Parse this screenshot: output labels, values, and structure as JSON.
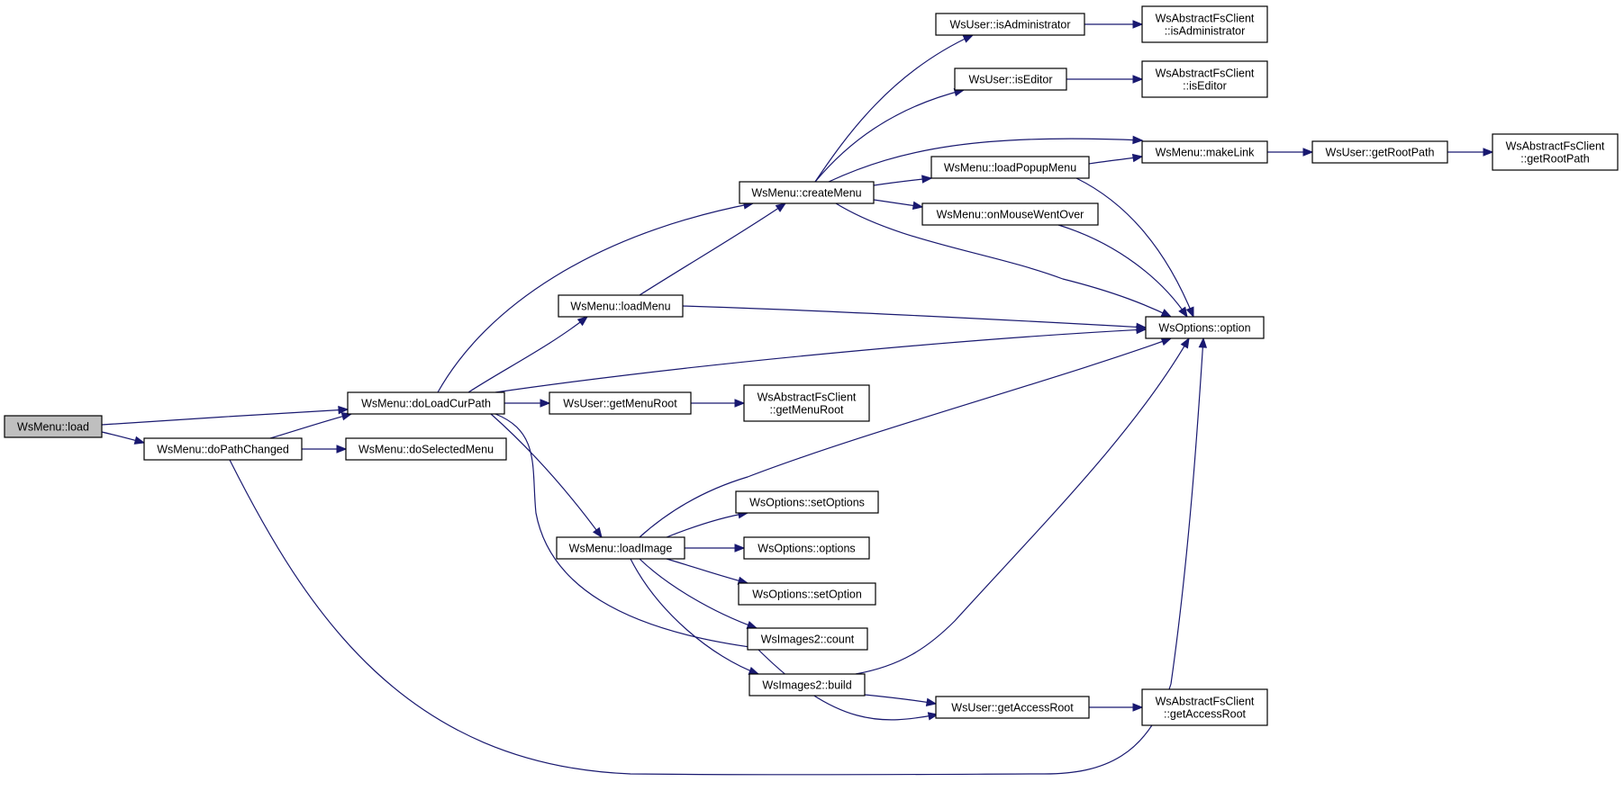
{
  "diagram": {
    "nodes": [
      {
        "id": "load",
        "lines": [
          "WsMenu::load"
        ],
        "root": true
      },
      {
        "id": "doLoadCurPath",
        "lines": [
          "WsMenu::doLoadCurPath"
        ]
      },
      {
        "id": "doPathChanged",
        "lines": [
          "WsMenu::doPathChanged"
        ]
      },
      {
        "id": "doSelectedMenu",
        "lines": [
          "WsMenu::doSelectedMenu"
        ]
      },
      {
        "id": "createMenu",
        "lines": [
          "WsMenu::createMenu"
        ]
      },
      {
        "id": "loadMenu",
        "lines": [
          "WsMenu::loadMenu"
        ]
      },
      {
        "id": "getMenuRoot",
        "lines": [
          "WsUser::getMenuRoot"
        ]
      },
      {
        "id": "fsGetMenuRoot",
        "lines": [
          "WsAbstractFsClient",
          "::getMenuRoot"
        ]
      },
      {
        "id": "loadImage",
        "lines": [
          "WsMenu::loadImage"
        ]
      },
      {
        "id": "isAdministrator",
        "lines": [
          "WsUser::isAdministrator"
        ]
      },
      {
        "id": "fsIsAdministrator",
        "lines": [
          "WsAbstractFsClient",
          "::isAdministrator"
        ]
      },
      {
        "id": "isEditor",
        "lines": [
          "WsUser::isEditor"
        ]
      },
      {
        "id": "fsIsEditor",
        "lines": [
          "WsAbstractFsClient",
          "::isEditor"
        ]
      },
      {
        "id": "makeLink",
        "lines": [
          "WsMenu::makeLink"
        ]
      },
      {
        "id": "getRootPath",
        "lines": [
          "WsUser::getRootPath"
        ]
      },
      {
        "id": "fsGetRootPath",
        "lines": [
          "WsAbstractFsClient",
          "::getRootPath"
        ]
      },
      {
        "id": "loadPopupMenu",
        "lines": [
          "WsMenu::loadPopupMenu"
        ]
      },
      {
        "id": "onMouseWentOver",
        "lines": [
          "WsMenu::onMouseWentOver"
        ]
      },
      {
        "id": "option",
        "lines": [
          "WsOptions::option"
        ]
      },
      {
        "id": "setOptions",
        "lines": [
          "WsOptions::setOptions"
        ]
      },
      {
        "id": "options",
        "lines": [
          "WsOptions::options"
        ]
      },
      {
        "id": "setOption",
        "lines": [
          "WsOptions::setOption"
        ]
      },
      {
        "id": "count",
        "lines": [
          "WsImages2::count"
        ]
      },
      {
        "id": "build",
        "lines": [
          "WsImages2::build"
        ]
      },
      {
        "id": "getAccessRoot",
        "lines": [
          "WsUser::getAccessRoot"
        ]
      },
      {
        "id": "fsGetAccessRoot",
        "lines": [
          "WsAbstractFsClient",
          "::getAccessRoot"
        ]
      }
    ],
    "edges": [
      [
        "load",
        "doLoadCurPath"
      ],
      [
        "load",
        "doPathChanged"
      ],
      [
        "doPathChanged",
        "doLoadCurPath"
      ],
      [
        "doPathChanged",
        "doSelectedMenu"
      ],
      [
        "doPathChanged",
        "option"
      ],
      [
        "doLoadCurPath",
        "createMenu"
      ],
      [
        "doLoadCurPath",
        "loadMenu"
      ],
      [
        "doLoadCurPath",
        "option"
      ],
      [
        "doLoadCurPath",
        "getMenuRoot"
      ],
      [
        "doLoadCurPath",
        "loadImage"
      ],
      [
        "doLoadCurPath",
        "getAccessRoot"
      ],
      [
        "loadMenu",
        "createMenu"
      ],
      [
        "loadMenu",
        "option"
      ],
      [
        "createMenu",
        "isAdministrator"
      ],
      [
        "createMenu",
        "isEditor"
      ],
      [
        "createMenu",
        "makeLink"
      ],
      [
        "createMenu",
        "loadPopupMenu"
      ],
      [
        "createMenu",
        "onMouseWentOver"
      ],
      [
        "createMenu",
        "option"
      ],
      [
        "isAdministrator",
        "fsIsAdministrator"
      ],
      [
        "isEditor",
        "fsIsEditor"
      ],
      [
        "loadPopupMenu",
        "makeLink"
      ],
      [
        "loadPopupMenu",
        "option"
      ],
      [
        "onMouseWentOver",
        "option"
      ],
      [
        "makeLink",
        "getRootPath"
      ],
      [
        "getRootPath",
        "fsGetRootPath"
      ],
      [
        "getMenuRoot",
        "fsGetMenuRoot"
      ],
      [
        "loadImage",
        "option"
      ],
      [
        "loadImage",
        "setOptions"
      ],
      [
        "loadImage",
        "options"
      ],
      [
        "loadImage",
        "setOption"
      ],
      [
        "loadImage",
        "count"
      ],
      [
        "loadImage",
        "build"
      ],
      [
        "build",
        "option"
      ],
      [
        "build",
        "getAccessRoot"
      ],
      [
        "getAccessRoot",
        "fsGetAccessRoot"
      ]
    ]
  },
  "colors": {
    "edge": "#191970",
    "node_border": "#000000",
    "root_fill": "#bfbfbf",
    "node_fill": "#ffffff"
  }
}
